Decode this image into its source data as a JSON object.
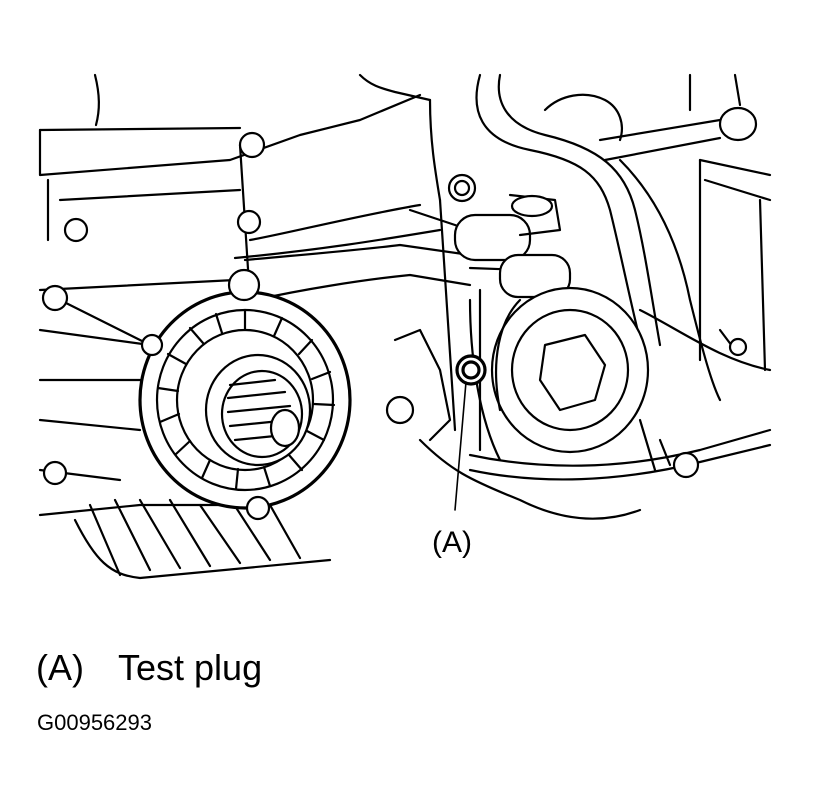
{
  "diagram": {
    "callout_label": "(A)"
  },
  "legend": [
    {
      "key": "(A)",
      "text": "Test plug"
    }
  ],
  "figure_id": "G00956293"
}
